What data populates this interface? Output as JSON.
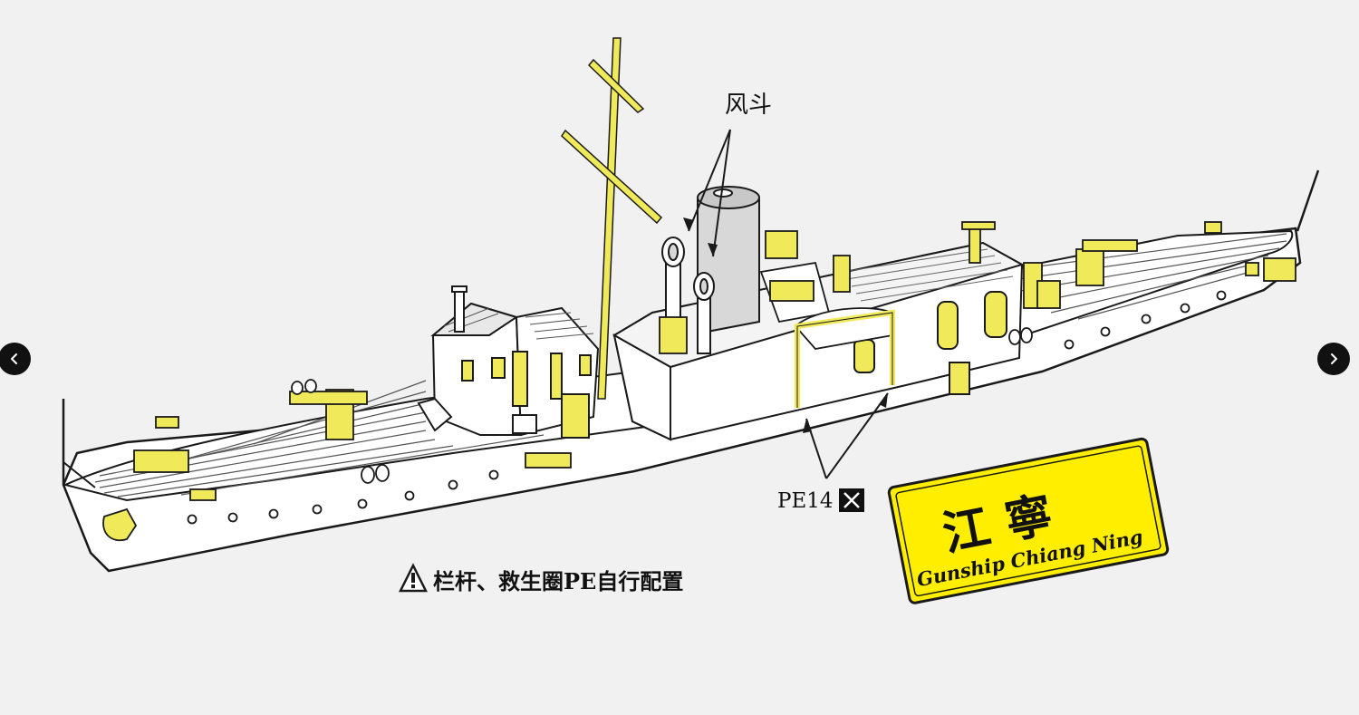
{
  "viewer": {
    "prev_icon": "chevron-left-icon",
    "next_icon": "chevron-right-icon",
    "nav_color": "#111111"
  },
  "illustration": {
    "annotations": {
      "vent_label": "风斗",
      "pe_label": "PE14",
      "warning_note": "栏杆、救生圈PE自行配置"
    },
    "nameplate": {
      "chinese_name": "江 寧",
      "english_name": "Gunship Chiang Ning",
      "color": "#ffee00"
    },
    "colors": {
      "hull": "#ffffff",
      "outline": "#1a1a1a",
      "photo_etch": "#f0ea5a",
      "funnel": "#d8d8d8"
    }
  }
}
